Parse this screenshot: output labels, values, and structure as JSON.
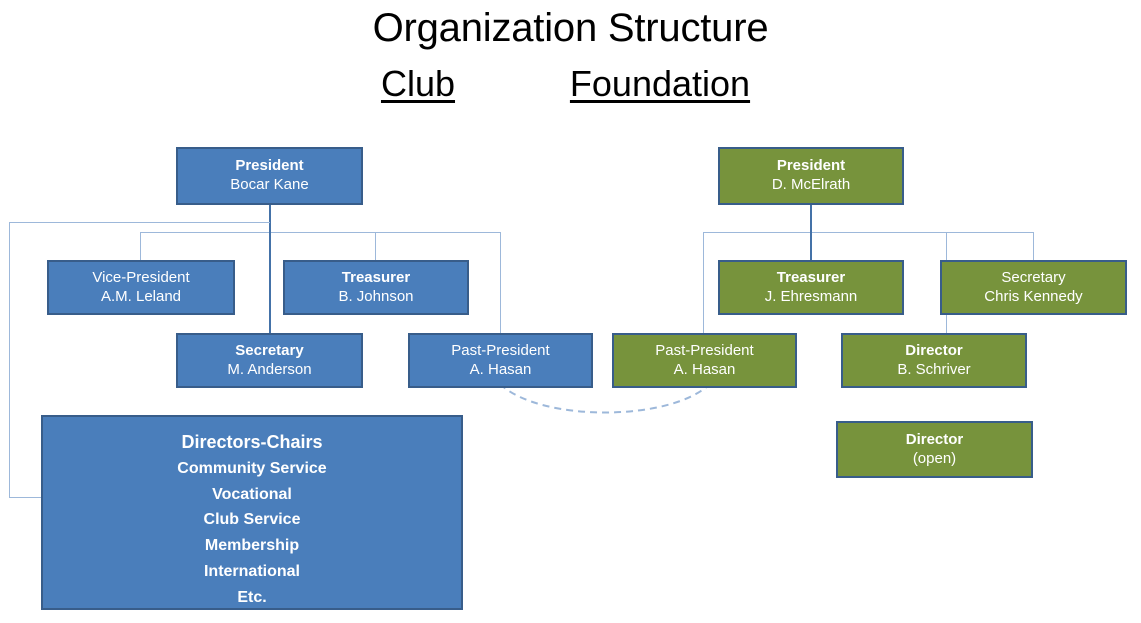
{
  "title": {
    "main": "Organization Structure",
    "left_heading": "Club",
    "right_heading": "Foundation"
  },
  "colors": {
    "club_fill": "#4A7EBB",
    "foundation_fill": "#77933C",
    "box_border": "#385D8A",
    "connector": "#9DB8DA",
    "text": "#FFFFFF",
    "title_text": "#000000"
  },
  "club": {
    "president": {
      "role": "President",
      "person": "Bocar Kane"
    },
    "vice_president": {
      "role": "Vice-President",
      "person": "A.M. Leland"
    },
    "treasurer": {
      "role": "Treasurer",
      "person": "B. Johnson"
    },
    "secretary": {
      "role": "Secretary",
      "person": "M. Anderson"
    },
    "past_president": {
      "role": "Past-President",
      "person": "A. Hasan"
    },
    "directors_chairs": {
      "role": "Directors-Chairs",
      "items": [
        "Community Service",
        "Vocational",
        "Club Service",
        "Membership",
        "International",
        "Etc."
      ]
    }
  },
  "foundation": {
    "president": {
      "role": "President",
      "person": "D. McElrath"
    },
    "treasurer": {
      "role": "Treasurer",
      "person": "J. Ehresmann"
    },
    "secretary": {
      "role": "Secretary",
      "person": "Chris Kennedy"
    },
    "past_president": {
      "role": "Past-President",
      "person": "A. Hasan"
    },
    "director": {
      "role": "Director",
      "person": "B. Schriver"
    },
    "director_open": {
      "role": "Director",
      "person": "(open)"
    }
  }
}
